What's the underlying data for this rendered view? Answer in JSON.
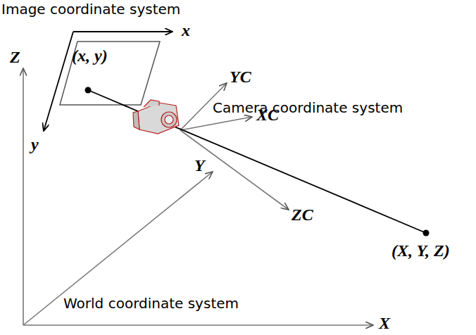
{
  "diagram": {
    "nodes": [
      {
        "text": [
          "(x, y)"
        ]
      }
    ],
    "labels": [
      "Image coordinate system",
      "x",
      "y",
      "Z",
      "YC",
      "Camera coordinate system",
      "XC",
      "Y",
      "ZC",
      "(X, Y, Z)",
      "World coordinate system",
      "X"
    ]
  }
}
